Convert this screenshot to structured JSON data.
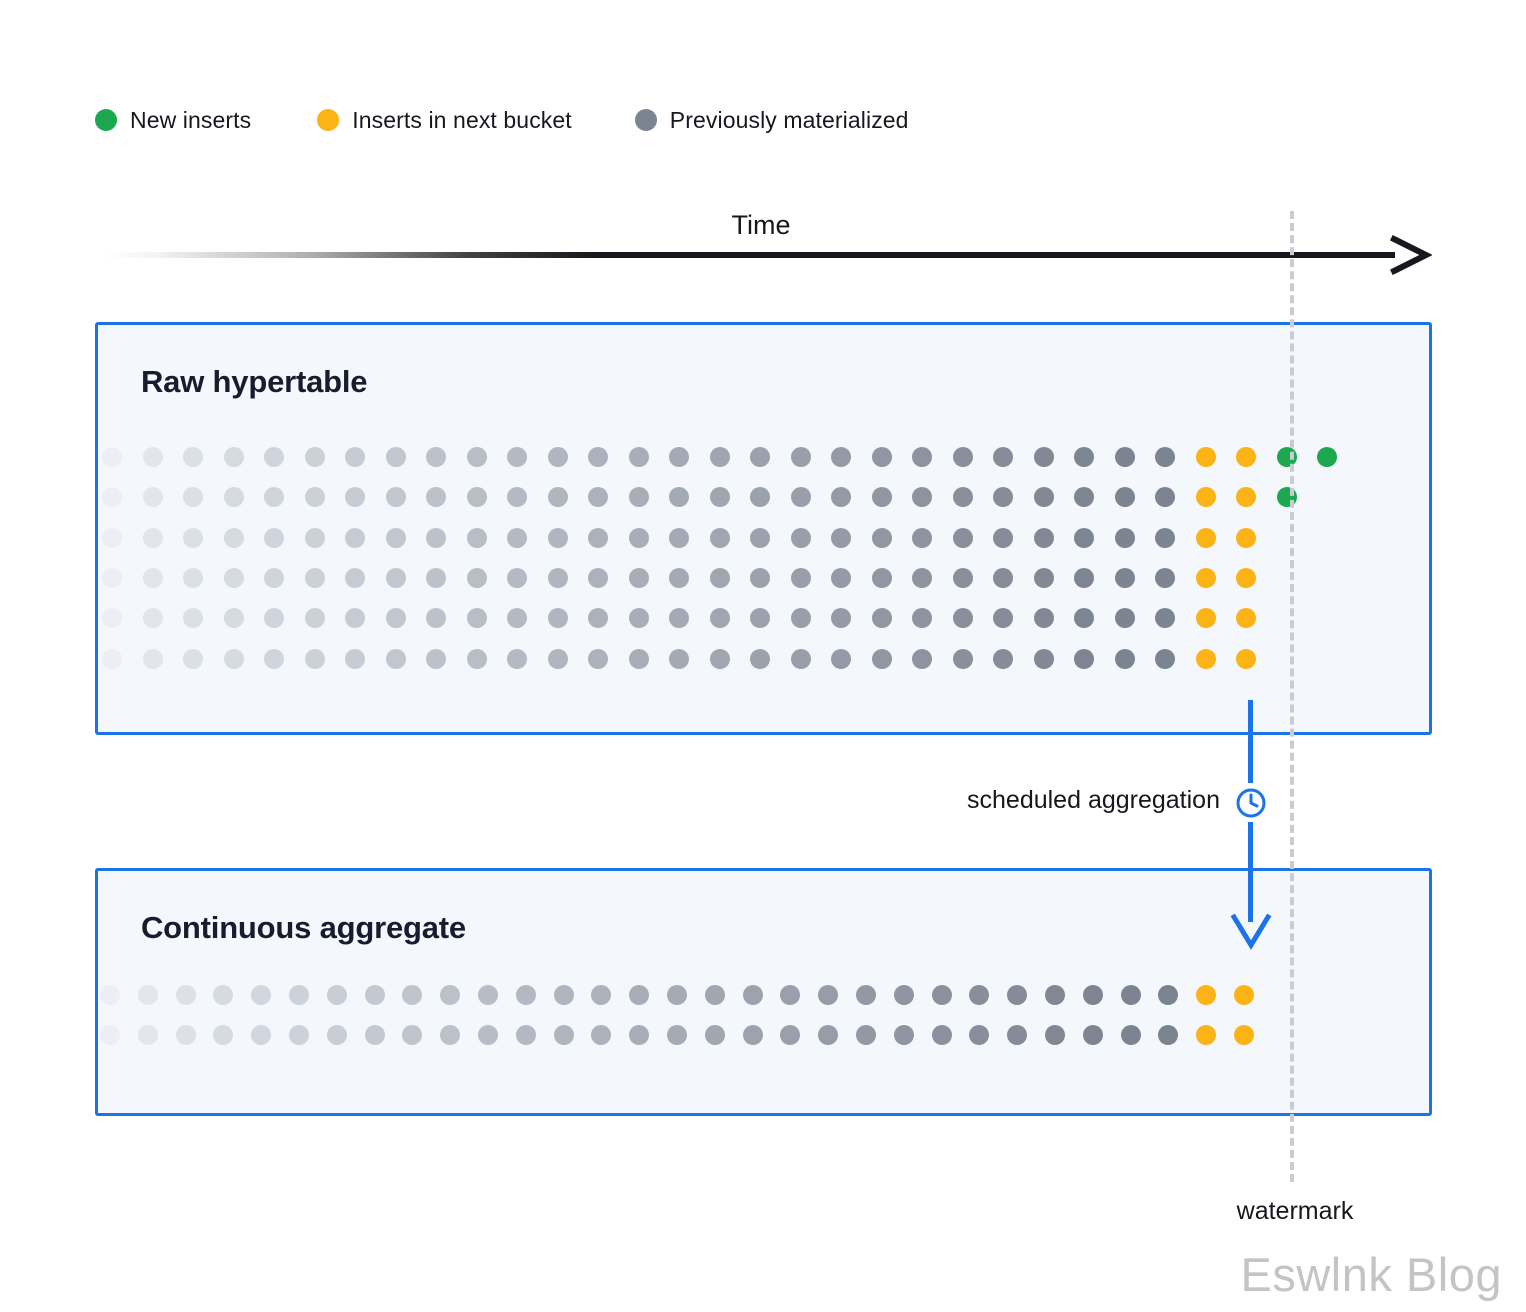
{
  "legend": {
    "items": [
      {
        "label": "New inserts",
        "color": "#1ca84f",
        "icon": "green-dot-icon"
      },
      {
        "label": "Inserts in next bucket",
        "color": "#fbb316",
        "icon": "orange-dot-icon"
      },
      {
        "label": "Previously materialized",
        "color": "#7d8491",
        "icon": "gray-dot-icon"
      }
    ]
  },
  "axis": {
    "time_label": "Time",
    "arrow_color": "#16181d"
  },
  "panels": [
    {
      "id": "raw",
      "title": "Raw hypertable",
      "border_color": "#1a73e8",
      "fill_color": "#f4f7fc",
      "rows": 6,
      "columns": 31,
      "dot_pitch_x": 40.5,
      "dot_pitch_y": 40.3,
      "dot_size": 20,
      "gray_columns": 27,
      "orange_columns": 2,
      "green_cells": [
        [
          0,
          29
        ],
        [
          0,
          30
        ],
        [
          1,
          29
        ]
      ]
    },
    {
      "id": "cagg",
      "title": "Continuous aggregate",
      "border_color": "#1a73e8",
      "fill_color": "#f4f7fc",
      "rows": 2,
      "columns": 31,
      "dot_pitch_x": 37.8,
      "dot_pitch_y": 40.0,
      "dot_size": 20,
      "gray_columns": 29,
      "orange_columns": 2,
      "green_cells": []
    }
  ],
  "annotations": {
    "scheduled_aggregation": "scheduled aggregation",
    "clock_icon": "clock-icon",
    "arrow_color": "#1a73e8",
    "watermark": "watermark",
    "watermark_line_color": "#c9ccd1"
  },
  "branding": {
    "blog_watermark": "Eswlnk Blog"
  }
}
